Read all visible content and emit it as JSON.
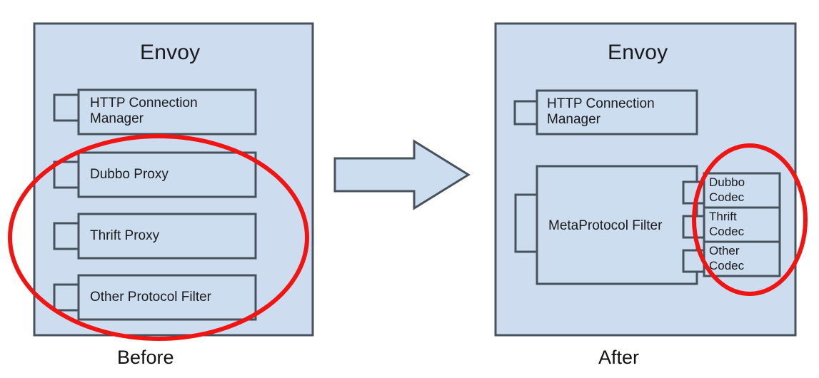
{
  "diagram": {
    "type": "architecture-comparison",
    "colors": {
      "panel_fill": "#cddceF",
      "box_fill": "#cdddf0",
      "stroke": "#47525d",
      "highlight": "#ee1512",
      "text": "#1a1a1a"
    },
    "before": {
      "caption": "Before",
      "panel_title": "Envoy",
      "filters": [
        {
          "label": "HTTP Connection Manager",
          "highlighted": false
        },
        {
          "label": "Dubbo Proxy",
          "highlighted": true
        },
        {
          "label": "Thrift Proxy",
          "highlighted": true
        },
        {
          "label": "Other Protocol Filter",
          "highlighted": true
        }
      ]
    },
    "transition": {
      "arrow": "right-arrow"
    },
    "after": {
      "caption": "After",
      "panel_title": "Envoy",
      "filters": [
        {
          "label": "HTTP Connection Manager",
          "highlighted": false
        },
        {
          "label": "MetaProtocol Filter",
          "highlighted": false
        }
      ],
      "codecs": [
        {
          "line1": "Dubbo",
          "line2": "Codec"
        },
        {
          "line1": "Thrift",
          "line2": "Codec"
        },
        {
          "line1": "Other",
          "line2": "Codec"
        }
      ]
    }
  }
}
